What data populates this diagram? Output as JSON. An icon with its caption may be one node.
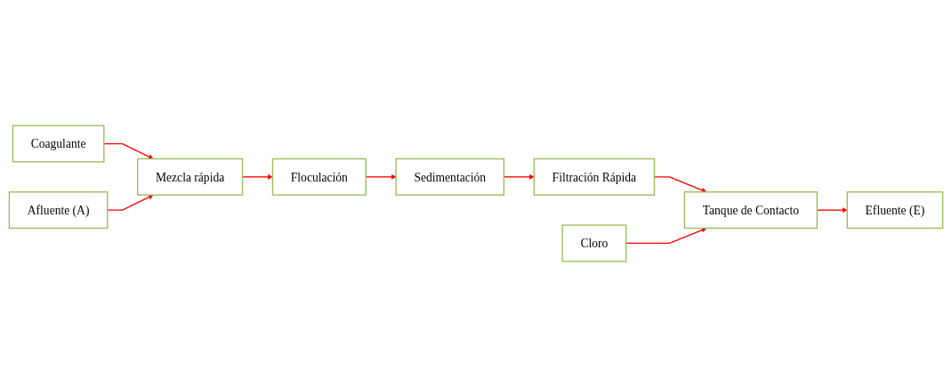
{
  "diagram": {
    "nodes": [
      {
        "text": [
          "Mezcla rápida"
        ]
      },
      {
        "text": [
          "Floculación"
        ]
      },
      {
        "text": [
          "Sedimentación"
        ]
      },
      {
        "text": [
          "Filtración Rápida"
        ]
      },
      {
        "text": [
          "Coagulante"
        ]
      },
      {
        "text": [
          "Afluente (A)"
        ]
      },
      {
        "text": [
          "Tanque de Contacto"
        ]
      },
      {
        "text": [
          "Cloro"
        ]
      },
      {
        "text": [
          "Efluente (E)"
        ]
      }
    ],
    "edges": [
      {
        "from": 0,
        "to": 1,
        "arrow": "to"
      },
      {
        "from": 1,
        "to": 2,
        "arrow": "to"
      },
      {
        "from": 2,
        "to": 3,
        "arrow": "to"
      },
      {
        "from": 4,
        "to": 0,
        "arrow": "to"
      },
      {
        "from": 5,
        "to": 0,
        "arrow": "to"
      },
      {
        "from": 3,
        "to": 6,
        "arrow": "to"
      },
      {
        "from": 7,
        "to": 6,
        "arrow": "to"
      },
      {
        "from": 6,
        "to": 8,
        "arrow": "to"
      }
    ]
  }
}
